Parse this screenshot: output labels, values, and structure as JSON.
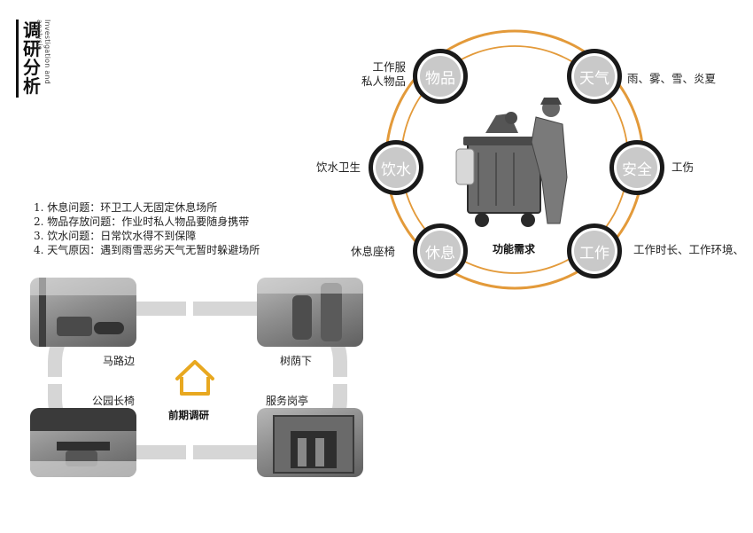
{
  "header": {
    "title_chars": [
      "调",
      "研",
      "分",
      "析"
    ],
    "subtitle": "Investigation and analysis"
  },
  "problems": [
    "1. 休息问题：环卫工人无固定休息场所",
    "2. 物品存放问题：作业时私人物品要随身携带",
    "3. 饮水问题：日常饮水得不到保障",
    "4. 天气原因：遇到雨雪恶劣天气无暂时躲避场所"
  ],
  "needs_diagram": {
    "center_label": "功能需求",
    "nodes": [
      {
        "label": "物品",
        "desc": [
          "工作服",
          "私人物品"
        ]
      },
      {
        "label": "天气",
        "desc": [
          "雨、雾、雪、炎夏"
        ]
      },
      {
        "label": "饮水",
        "desc": [
          "饮水卫生"
        ]
      },
      {
        "label": "安全",
        "desc": [
          "工伤"
        ]
      },
      {
        "label": "休息",
        "desc": [
          "休息座椅"
        ]
      },
      {
        "label": "工作",
        "desc": [
          "工作时长、工作环境、"
        ]
      }
    ],
    "colors": {
      "ring": "#e39a3a",
      "bubble_fill": "#c9c9c9",
      "bubble_border": "#1a1a1a"
    }
  },
  "survey": {
    "center_label": "前期调研",
    "locations": [
      "马路边",
      "树荫下",
      "公园长椅",
      "服务岗亭"
    ],
    "colors": {
      "frame": "#d6d6d6",
      "house_icon": "#e8a820"
    }
  }
}
